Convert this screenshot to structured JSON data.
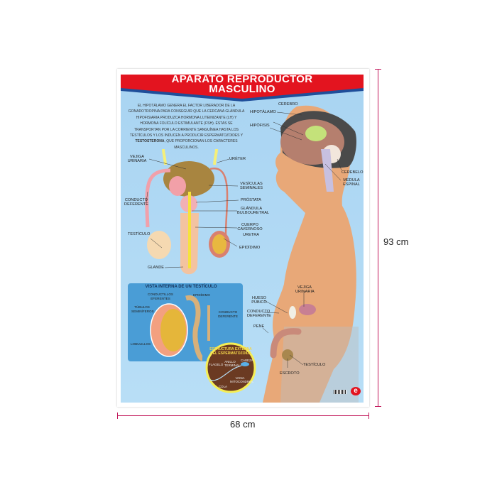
{
  "poster": {
    "title_line1": "APARATO REPRODUCTOR",
    "title_line2": "MASCULINO",
    "intro_before": "EL HIPOTÁLAMO GENERA EL FACTOR LIBERADOR DE LA GONADOTROPINA PARA CONSEGUIR QUE LA CERCANA GLÁNDULA HIPOFISIARIA PRODUZCA HORMONA LUTEINIZANTE (LH) Y HORMONA FOLÍCULO ESTIMULANTE (FSH). ÉSTAS SE TRANSPORTAN POR LA CORRIENTE SANGUÍNEA HASTA LOS TESTÍCULOS Y LOS INDUCEN A PRODUCIR ESPERMATOZOIDES Y ",
    "intro_bold": "TESTOSTERONA",
    "intro_after": ", QUE PROPORCIONAN LOS CARACTERES MASCULINOS.",
    "brain_labels": {
      "cerebro": "CEREBRO",
      "hipotalamo": "HIPOTÁLAMO",
      "hipofisis": "HIPÓFISIS",
      "cerebelo": "CEREBELO",
      "medula": "MÉDULA ESPINAL"
    },
    "main_labels": {
      "vejiga": "VEJIGA URINARIA",
      "ureter": "URÉTER",
      "vesiculas": "VESÍCULAS SEMINALES",
      "prostata": "PRÓSTATA",
      "conducto": "CONDUCTO DEFERENTE",
      "glandula": "GLÁNDULA BULBOURETRAL",
      "cuerpo": "CUERPO CAVERNOSO",
      "uretra": "URETRA",
      "testiculo": "TESTÍCULO",
      "epididimo": "EPIDÍDIMO",
      "glande": "GLANDE"
    },
    "testis_box": {
      "title": "VISTA INTERNA DE UN TESTÍCULO",
      "conductillos": "CONDUCTILLOS EFERENTES",
      "epididimo": "EPIDÍDIMO",
      "tubulos": "TÚBULOS SEMINÍFEROS",
      "conducto": "CONDUCTO DEFERENTE",
      "lobulillos": "LOBULILLOS"
    },
    "sperm": {
      "title": "ESTRUCTURA EXTERNA DEL ESPERMATOZOIDE",
      "flagelo": "FLAGELO",
      "anillo": "ANILLO TERMINAL",
      "cabeza": "CABEZA",
      "cola": "COLA",
      "vaina": "VAINA MITOCONDRIAL"
    },
    "body_labels": {
      "vejiga": "VEJIGA URINARIA",
      "hueso": "HUESO PÚBICO",
      "conducto": "CONDUCTO DEFERENTE",
      "pene": "PENE",
      "escroto": "ESCROTO",
      "testiculo": "TESTÍCULO"
    },
    "logo_letter": "e"
  },
  "dimensions": {
    "height": "93 cm",
    "width": "68 cm"
  },
  "colors": {
    "title_red": "#e3141f",
    "background_blue": "#add8f4",
    "skin": "#e8a878",
    "dimension_line": "#c2185b"
  }
}
